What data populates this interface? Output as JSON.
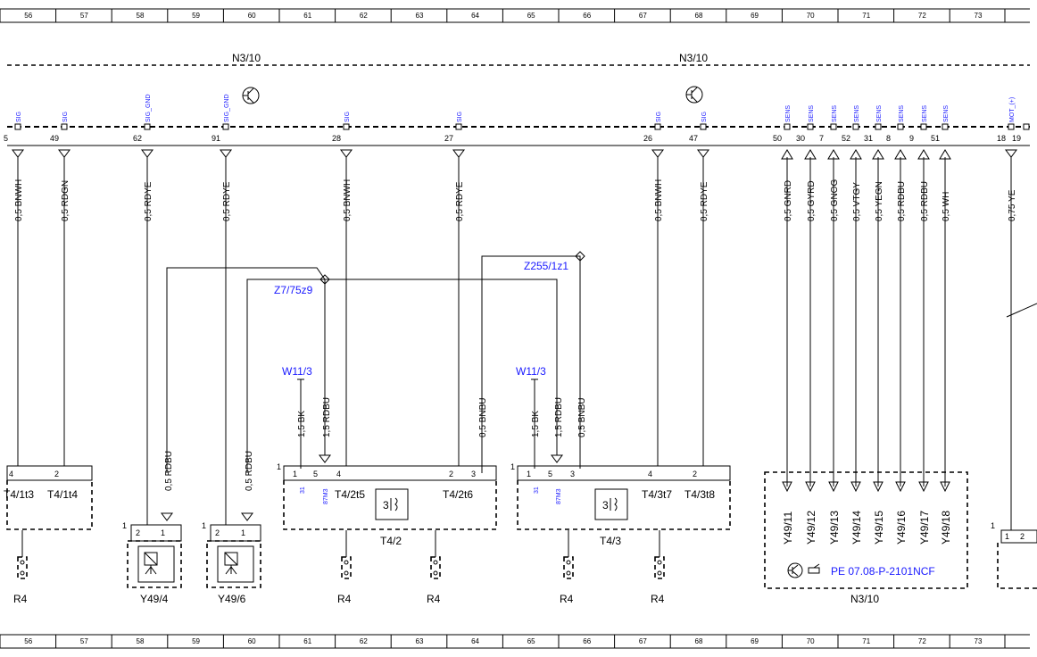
{
  "frame_numbers": [
    "56",
    "57",
    "58",
    "59",
    "60",
    "61",
    "62",
    "63",
    "64",
    "65",
    "66",
    "67",
    "68",
    "69",
    "70",
    "71",
    "72",
    "73"
  ],
  "control_unit": "N3/10",
  "signals": {
    "sig": "SIG",
    "sig_gnd": "SIG_GND",
    "sens": "SENS",
    "mot": "MOT_(+)"
  },
  "top_pins": [
    {
      "pin": "5",
      "signal": "SIG",
      "wire": "0,5 BNWH"
    },
    {
      "pin": "49",
      "signal": "SIG",
      "wire": "0,5 RDGN"
    },
    {
      "pin": "62",
      "signal": "SIG_GND",
      "wire": "0,5 RDYE"
    },
    {
      "pin": "91",
      "signal": "SIG_GND",
      "wire": "0,5 RDYE"
    },
    {
      "pin": "28",
      "signal": "SIG",
      "wire": "0,5 BNWH"
    },
    {
      "pin": "27",
      "signal": "SIG",
      "wire": "0,5 RDYE"
    },
    {
      "pin": "26",
      "signal": "SIG",
      "wire": "0,5 BNWH"
    },
    {
      "pin": "47",
      "signal": "SIG",
      "wire": "0,5 RDYE"
    },
    {
      "pin": "50",
      "signal": "SENS",
      "wire": "0,5 GNRD"
    },
    {
      "pin": "30",
      "signal": "SENS",
      "wire": "0,5 GYRD"
    },
    {
      "pin": "7",
      "signal": "SENS",
      "wire": "0,5 GNOG"
    },
    {
      "pin": "52",
      "signal": "SENS",
      "wire": "0,5 VTGY"
    },
    {
      "pin": "31",
      "signal": "SENS",
      "wire": "0,5 YEGN"
    },
    {
      "pin": "8",
      "signal": "SENS",
      "wire": "0,5 RDBU"
    },
    {
      "pin": "9",
      "signal": "SENS",
      "wire": "0,5 RDBU"
    },
    {
      "pin": "51",
      "signal": "SENS",
      "wire": "0,5 WH"
    },
    {
      "pin": "18",
      "signal": "MOT_(+)",
      "wire": "0,75 YE"
    },
    {
      "pin": "19",
      "signal": "",
      "wire": ""
    }
  ],
  "splices": {
    "z7": "Z7/75z9",
    "z255": "Z255/1z1"
  },
  "ground": "W11/3",
  "wires": {
    "bk": "1,5 BK",
    "rdbu15": "1,5 RDBU",
    "bnbu": "0,5 BNBU",
    "rdbu05": "0,5 RDBU"
  },
  "pins": {
    "p1": "1",
    "p2": "2",
    "p3": "3",
    "p4": "4",
    "p5": "5",
    "p31": "31",
    "p87": "87M3"
  },
  "connectors": {
    "t41t3": "T4/1t3",
    "t41t4": "T4/1t4",
    "t42t5": "T4/2t5",
    "t42t6": "T4/2t6",
    "t43t7": "T4/3t7",
    "t43t8": "T4/3t8"
  },
  "modules": {
    "t42": "T4/2",
    "t43": "T4/3"
  },
  "valves": {
    "y494": "Y49/4",
    "y496": "Y49/6"
  },
  "valve_outputs": [
    "Y49/11",
    "Y49/12",
    "Y49/13",
    "Y49/14",
    "Y49/15",
    "Y49/16",
    "Y49/17",
    "Y49/18"
  ],
  "reference": "PE 07.08-P-2101NCF",
  "resistor": "R4"
}
